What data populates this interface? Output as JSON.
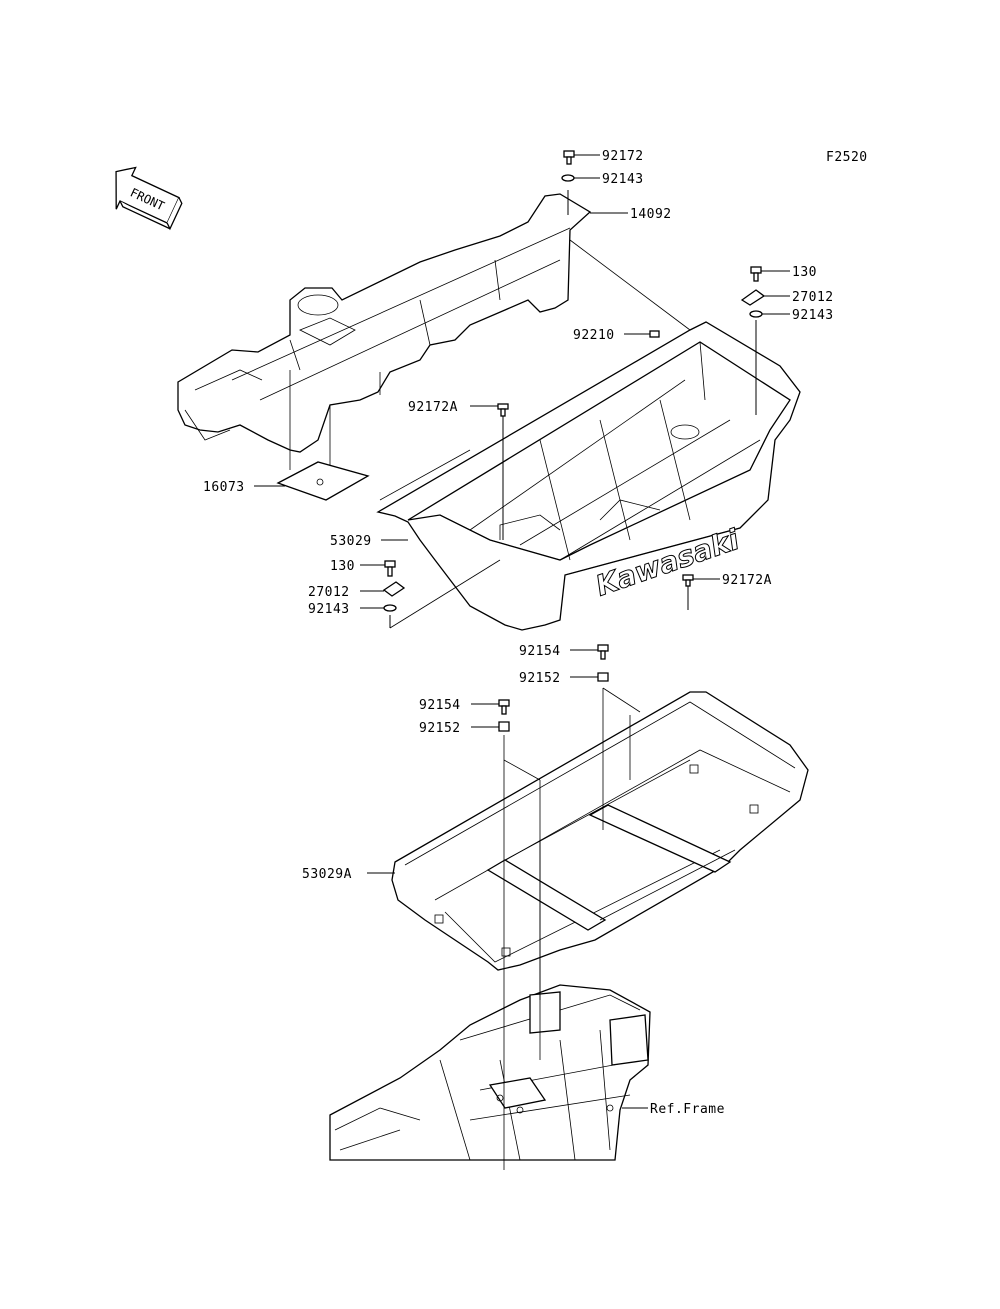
{
  "figure_code": "F2520",
  "front_indicator": "FRONT",
  "logo_text": "Kawasaki",
  "callouts": [
    {
      "id": "c-92172-top",
      "label": "92172"
    },
    {
      "id": "c-92143-top",
      "label": "92143"
    },
    {
      "id": "c-14092",
      "label": "14092"
    },
    {
      "id": "c-130-right",
      "label": "130"
    },
    {
      "id": "c-27012-right",
      "label": "27012"
    },
    {
      "id": "c-92143-right",
      "label": "92143"
    },
    {
      "id": "c-92210",
      "label": "92210"
    },
    {
      "id": "c-92172A-left",
      "label": "92172A"
    },
    {
      "id": "c-16073",
      "label": "16073"
    },
    {
      "id": "c-53029",
      "label": "53029"
    },
    {
      "id": "c-130-left",
      "label": "130"
    },
    {
      "id": "c-27012-left",
      "label": "27012"
    },
    {
      "id": "c-92143-left",
      "label": "92143"
    },
    {
      "id": "c-92172A-right",
      "label": "92172A"
    },
    {
      "id": "c-92154-right",
      "label": "92154"
    },
    {
      "id": "c-92152-right",
      "label": "92152"
    },
    {
      "id": "c-92154-left",
      "label": "92154"
    },
    {
      "id": "c-92152-left",
      "label": "92152"
    },
    {
      "id": "c-53029A",
      "label": "53029A"
    },
    {
      "id": "c-ref-frame",
      "label": "Ref.Frame"
    }
  ]
}
